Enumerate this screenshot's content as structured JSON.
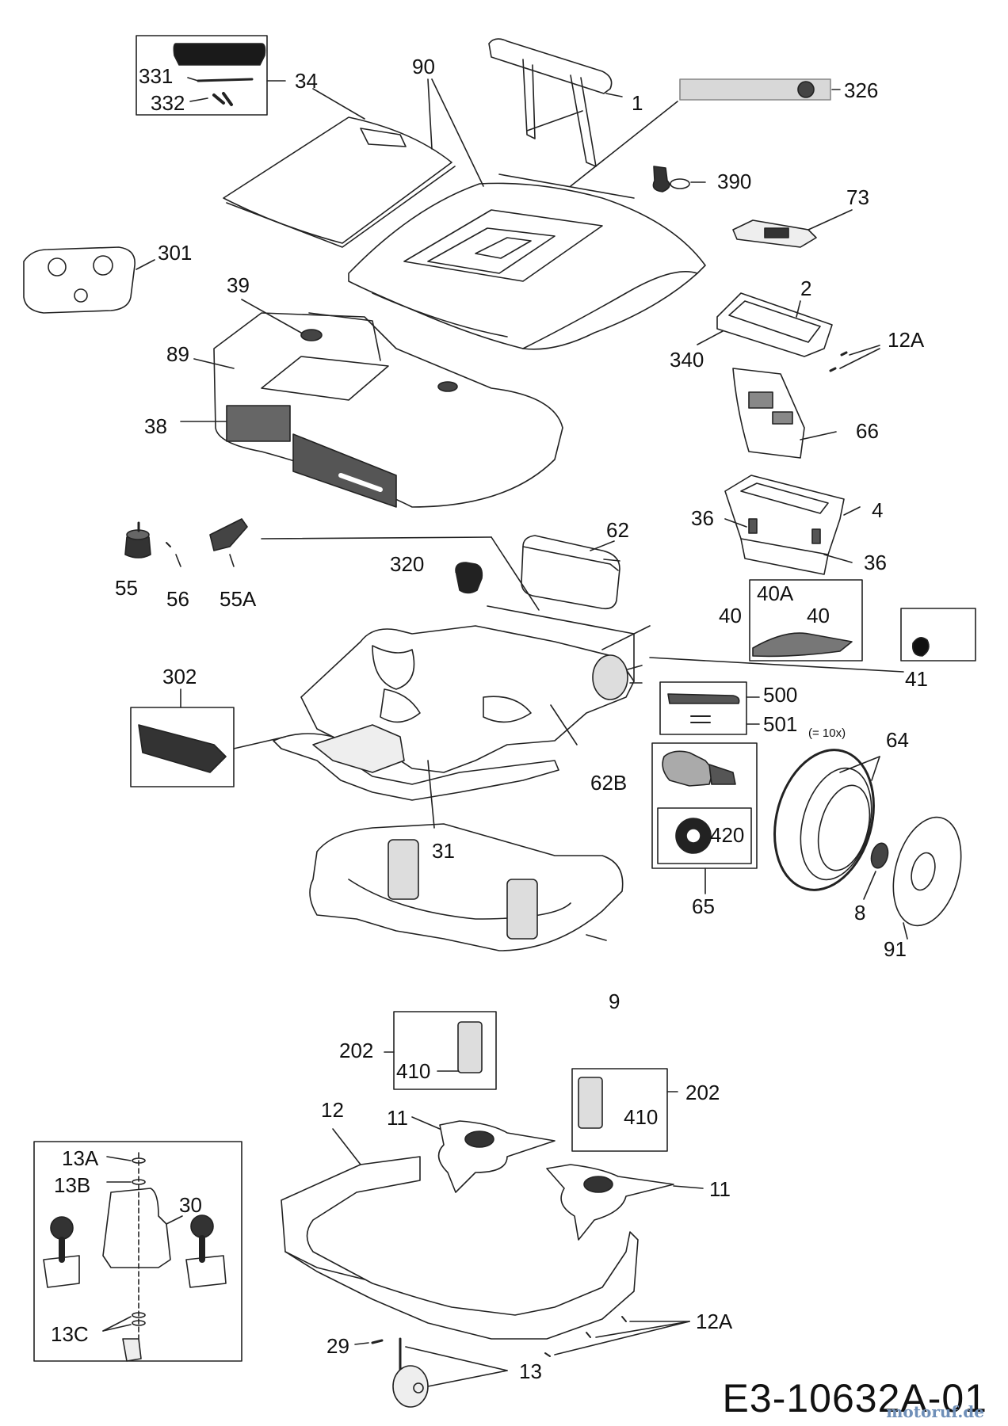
{
  "drawing_code": "E3-10632A-01",
  "watermark": "motoruf.de",
  "callouts": {
    "c331": "331",
    "c332": "332",
    "c34": "34",
    "c90": "90",
    "c1": "1",
    "c326": "326",
    "c390": "390",
    "c73": "73",
    "c301": "301",
    "c39": "39",
    "c89": "89",
    "c38": "38",
    "c2": "2",
    "c12A_top": "12A",
    "c340": "340",
    "c66": "66",
    "c36_left": "36",
    "c4": "4",
    "c36_right": "36",
    "c62": "62",
    "c55": "55",
    "c56": "56",
    "c55A": "55A",
    "c320": "320",
    "c40A": "40A",
    "c40_box": "40",
    "c40": "40",
    "c41": "41",
    "c302": "302",
    "c500": "500",
    "c501": "501",
    "c501_note": "(= 10x)",
    "c64": "64",
    "c62B": "62B",
    "c420": "420",
    "c31": "31",
    "c8": "8",
    "c91": "91",
    "c65": "65",
    "c9": "9",
    "c202_left": "202",
    "c410_left": "410",
    "c202_right": "202",
    "c410_right": "410",
    "c12": "12",
    "c11_top": "11",
    "c11_right": "11",
    "c13A": "13A",
    "c13B": "13B",
    "c30": "30",
    "c13C": "13C",
    "c12A_bottom": "12A",
    "c29": "29",
    "c13": "13"
  }
}
